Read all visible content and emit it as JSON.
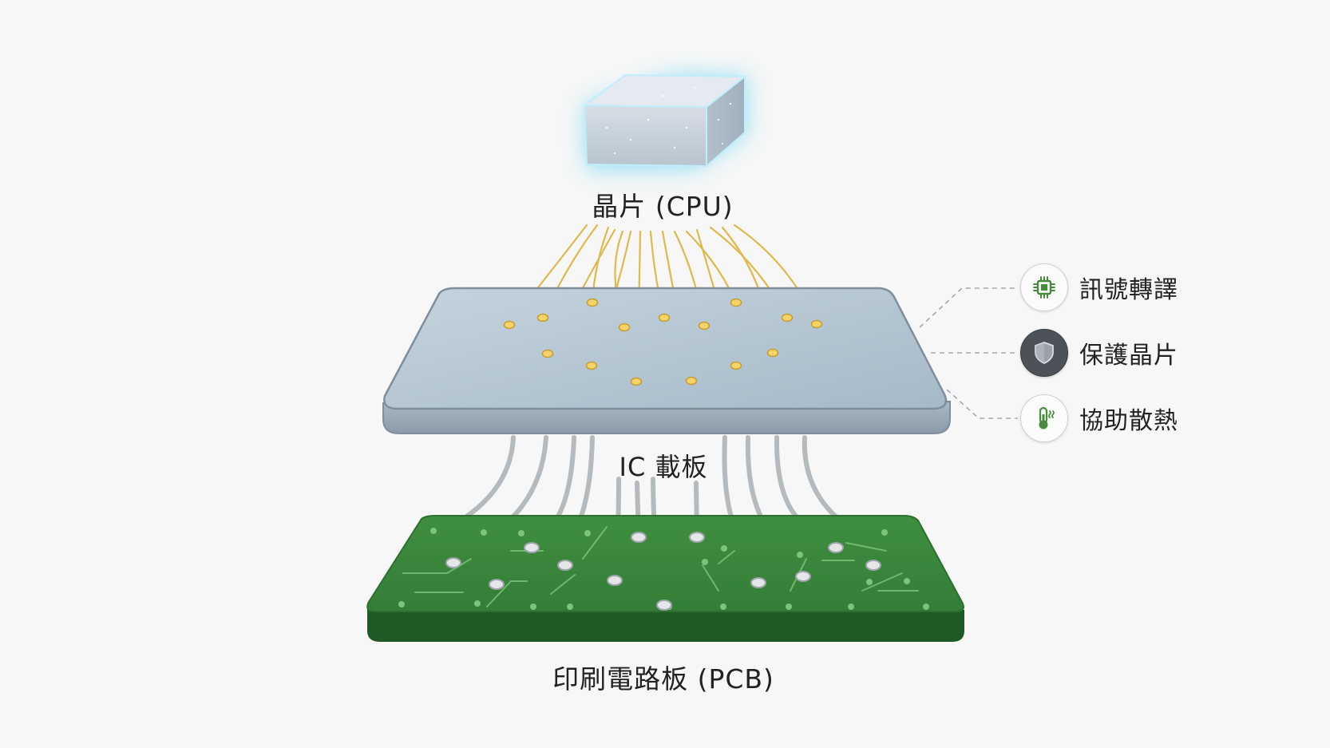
{
  "labels": {
    "chip": "晶片 (CPU)",
    "substrate": "IC 載板",
    "pcb": "印刷電路板 (PCB)"
  },
  "features": [
    {
      "icon": "chip-icon",
      "text": "訊號轉譯"
    },
    {
      "icon": "shield-icon",
      "text": "保護晶片"
    },
    {
      "icon": "thermometer-icon",
      "text": "協助散熱"
    }
  ],
  "colors": {
    "chip_glow": "#7fd8f5",
    "chip_face": "#c9d3dc",
    "substrate_top": "#b4c6d3",
    "substrate_edge": "#98a9b7",
    "gold_wire": "#e0b94a",
    "silver_wire": "#b9bec3",
    "pcb_top": "#3d8a3f",
    "pcb_edge": "#1f5a26",
    "pcb_trace": "#7cc47a",
    "feature_icon_green": "#4a8c3f",
    "feature_icon_dark": "#4c5257"
  }
}
